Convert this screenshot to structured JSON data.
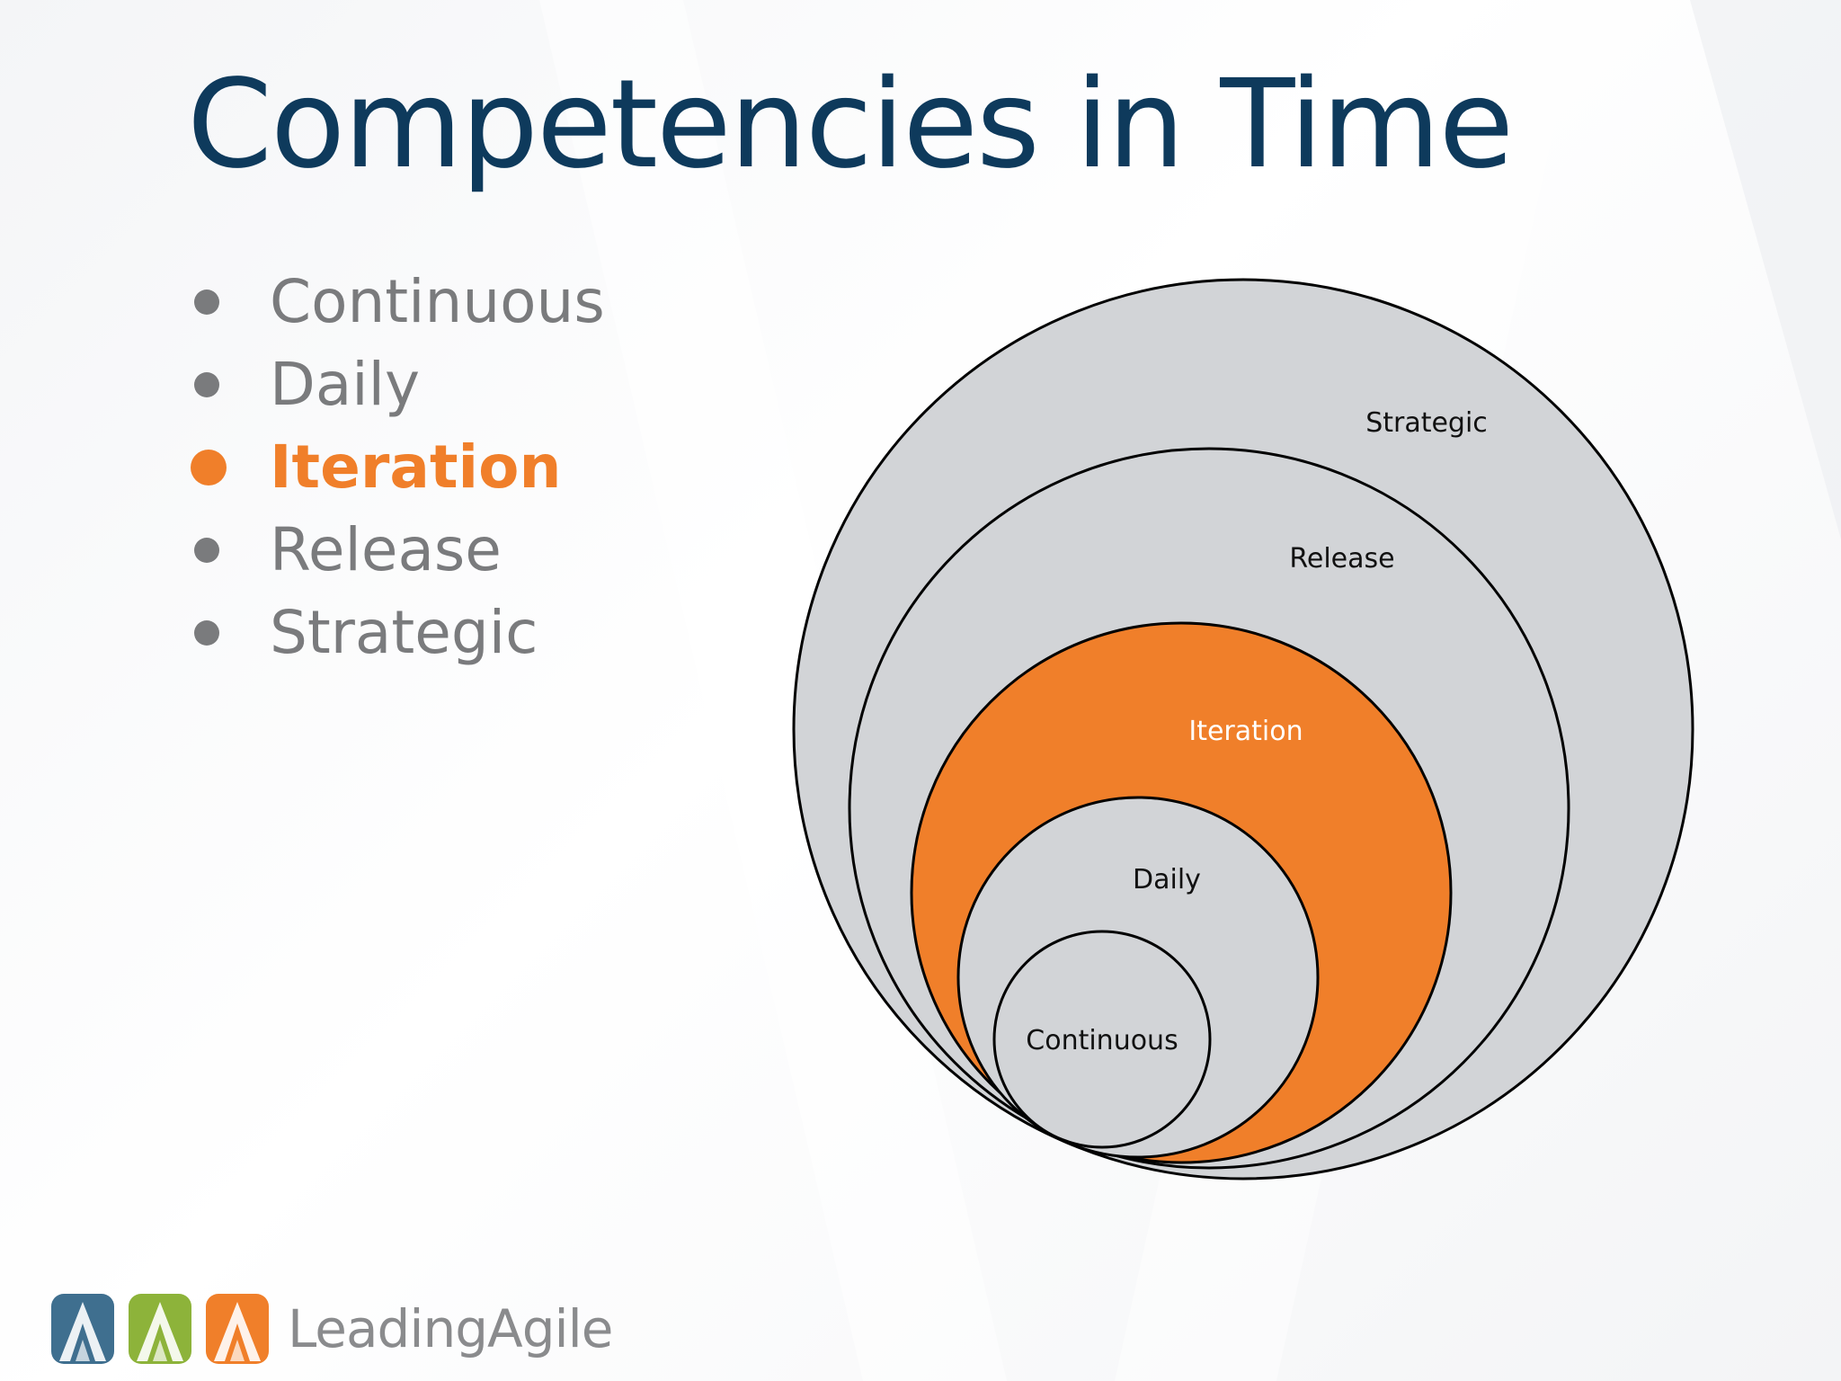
{
  "slide": {
    "title": "Competencies in Time",
    "bullets": [
      {
        "label": "Continuous",
        "active": false
      },
      {
        "label": "Daily",
        "active": false
      },
      {
        "label": "Iteration",
        "active": true
      },
      {
        "label": "Release",
        "active": false
      },
      {
        "label": "Strategic",
        "active": false
      }
    ]
  },
  "diagram": {
    "circles": [
      {
        "label": "Strategic",
        "fill": "#d2d4d7"
      },
      {
        "label": "Release",
        "fill": "#d2d4d7"
      },
      {
        "label": "Iteration",
        "fill": "#f07f2a"
      },
      {
        "label": "Daily",
        "fill": "#d2d4d7"
      },
      {
        "label": "Continuous",
        "fill": "#d2d4d7"
      }
    ],
    "highlight_color": "#f07f2a",
    "neutral_color": "#d2d4d7",
    "stroke_color": "#000000"
  },
  "logo": {
    "text": "LeadingAgile",
    "mark_colors": [
      "#3f6f8f",
      "#8db33a",
      "#f07f2a"
    ]
  },
  "colors": {
    "title": "#0e3a5c",
    "bullet_text": "#7a7b7d",
    "accent": "#f07f2a"
  }
}
